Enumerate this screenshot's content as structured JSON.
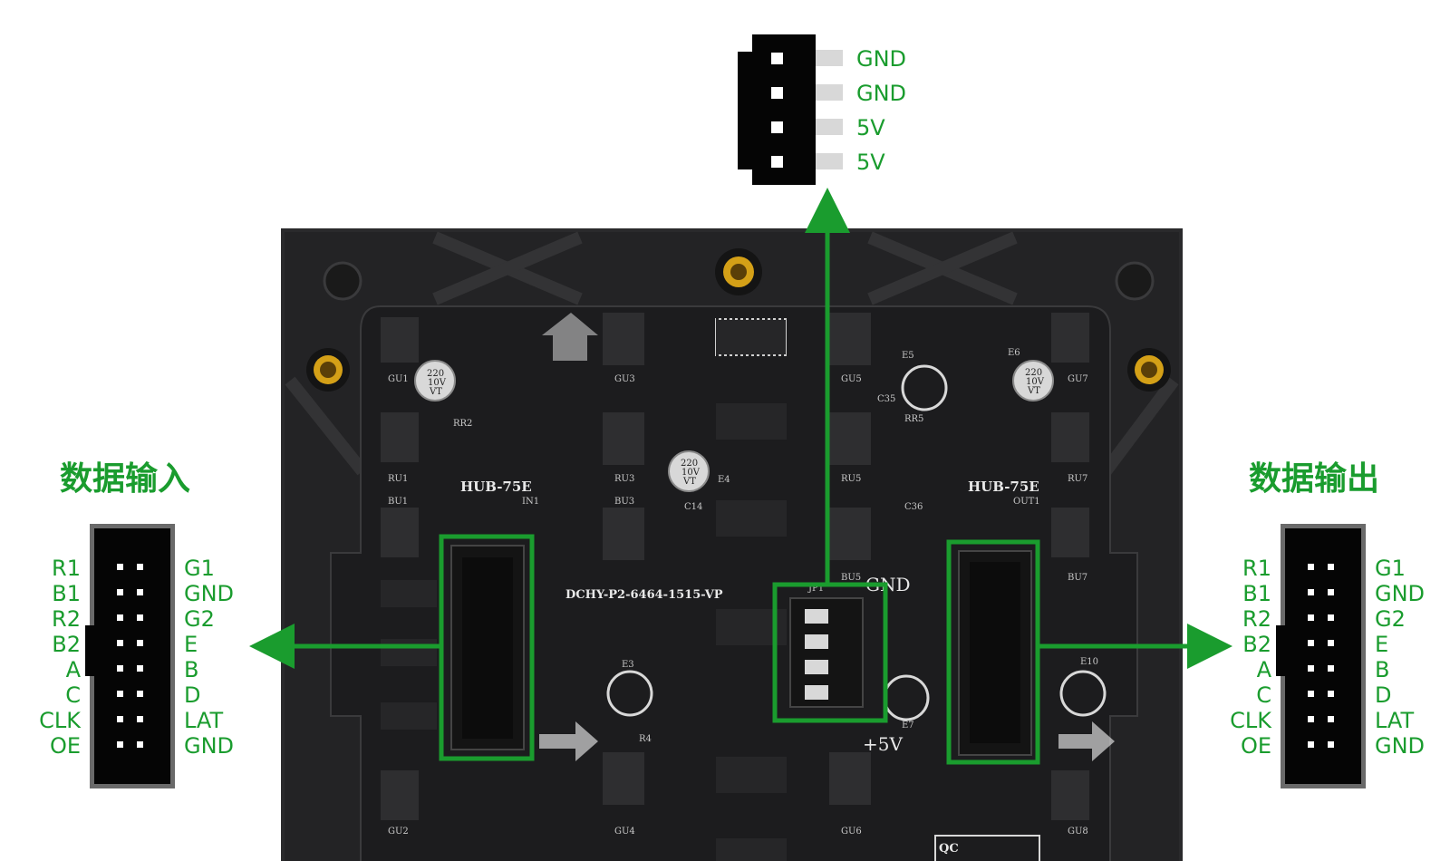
{
  "colors": {
    "accent_green": "#1a9c2e",
    "pcb_black": "#1c1c1e",
    "pcb_frame": "#2a2a2c",
    "connector_black": "#050505",
    "silkscreen": "#e8e8e8",
    "brass": "#d4a017"
  },
  "power_connector": {
    "pins": [
      "GND",
      "GND",
      "5V",
      "5V"
    ]
  },
  "input_connector": {
    "title": "数据输入",
    "left_pins": [
      "R1",
      "B1",
      "R2",
      "B2",
      "A",
      "C",
      "CLK",
      "OE"
    ],
    "right_pins": [
      "G1",
      "GND",
      "G2",
      "E",
      "B",
      "D",
      "LAT",
      "GND"
    ]
  },
  "output_connector": {
    "title": "数据输出",
    "left_pins": [
      "R1",
      "B1",
      "R2",
      "B2",
      "A",
      "C",
      "CLK",
      "OE"
    ],
    "right_pins": [
      "G1",
      "GND",
      "G2",
      "E",
      "B",
      "D",
      "LAT",
      "GND"
    ]
  },
  "board": {
    "hub_in_label": "HUB-75E",
    "hub_in_sub": "IN1",
    "hub_out_label": "HUB-75E",
    "hub_out_sub": "OUT1",
    "model": "DCHY-P2-6464-1515-VP",
    "gnd_label": "GND",
    "plus5v_label": "+5V",
    "qc_label": "QC",
    "cap_text": [
      "220",
      "10V",
      "VT"
    ],
    "component_labels": [
      "GU1",
      "RU1",
      "BU1",
      "GU2",
      "GU3",
      "RU3",
      "BU3",
      "GU4",
      "GU5",
      "RU5",
      "BU5",
      "GU6",
      "GU7",
      "RU7",
      "BU7",
      "GU8",
      "E3",
      "E4",
      "E5",
      "E6",
      "E7",
      "E10",
      "C14",
      "C35",
      "C36",
      "RR2",
      "RR5",
      "R4",
      "JP1"
    ]
  }
}
